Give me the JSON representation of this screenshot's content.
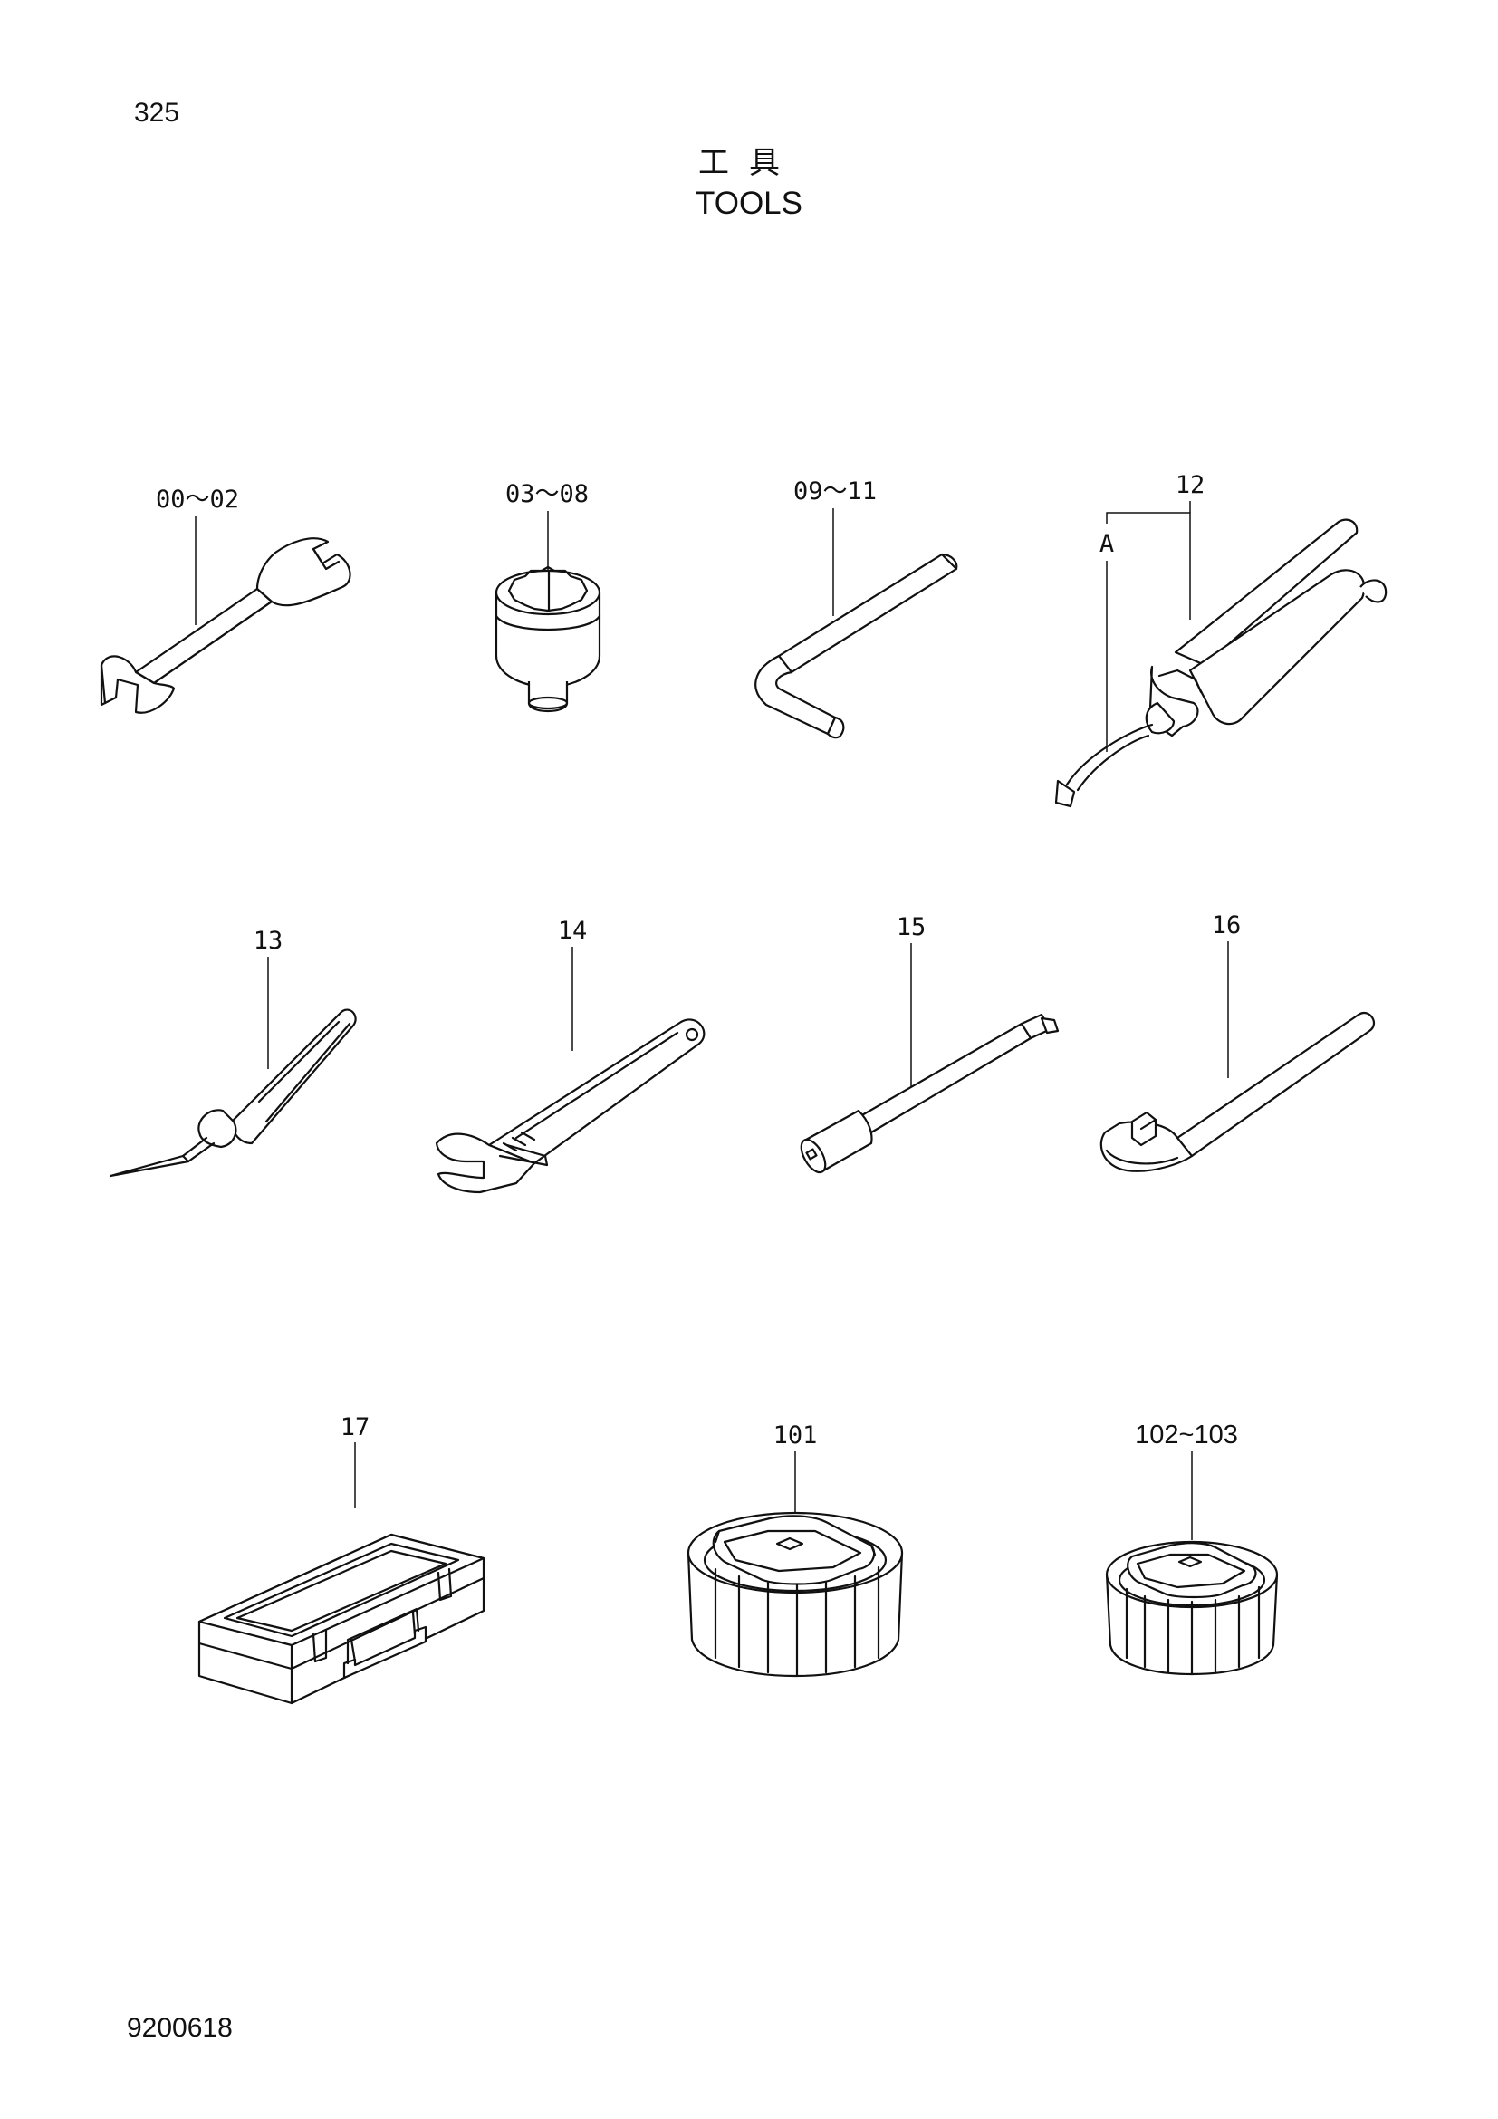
{
  "page_number": "325",
  "title_jp": "工具",
  "title_en": "TOOLS",
  "footer_code": "9200618",
  "callouts": {
    "c00_02": "00～02",
    "c03_08": "03～08",
    "c09_11": "09～11",
    "c12": "12",
    "cA": "A",
    "c13": "13",
    "c14": "14",
    "c15": "15",
    "c16": "16",
    "c17": "17",
    "c101": "101",
    "c102_103": "102~103"
  }
}
